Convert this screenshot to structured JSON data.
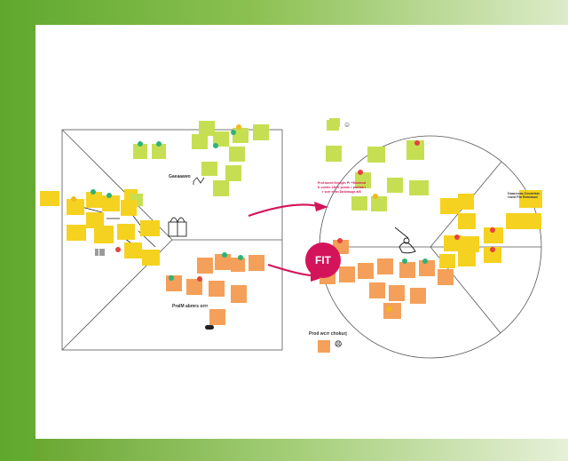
{
  "diagram": {
    "fit_label": "FIT",
    "statement": "Prof.Ioned Kemgin Pr +Monlesd tr conrtc 1AVV pcnon r portiab t r sorr el an Dotctouge aIS",
    "segment_label": "Prod wcrr chokurj",
    "pain_label": "PraIM abmrs orrr",
    "gain_label": "Gaeaaawo",
    "job_label": "Doaneeas Dvclofare rowd Pla Rolniawd",
    "smile_glyph": "☺",
    "frown_glyph": "☹"
  },
  "colors": {
    "pink": "#d4145a",
    "yellow": "#f5d21f",
    "green": "#c6df52",
    "orange": "#f4a05a"
  }
}
